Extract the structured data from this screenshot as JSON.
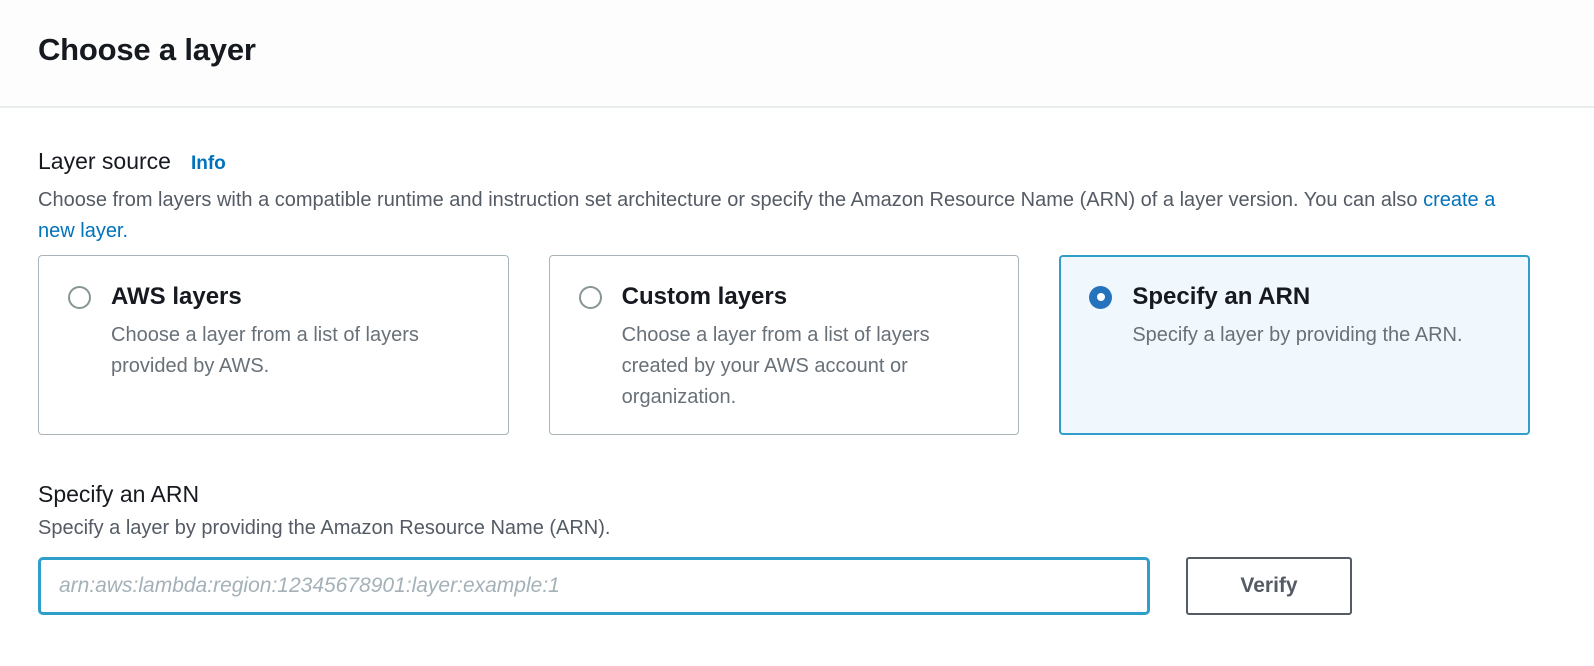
{
  "header": {
    "title": "Choose a layer"
  },
  "layer_source": {
    "label": "Layer source",
    "info_label": "Info",
    "description": "Choose from layers with a compatible runtime and instruction set architecture or specify the Amazon Resource Name (ARN) of a layer version. You can also",
    "create_link_label": "create a new layer."
  },
  "options": [
    {
      "title": "AWS layers",
      "description": "Choose a layer from a list of layers provided by AWS.",
      "selected": false
    },
    {
      "title": "Custom layers",
      "description": "Choose a layer from a list of layers created by your AWS account or organization.",
      "selected": false
    },
    {
      "title": "Specify an ARN",
      "description": "Specify a layer by providing the ARN.",
      "selected": true
    }
  ],
  "arn_section": {
    "label": "Specify an ARN",
    "description": "Specify a layer by providing the Amazon Resource Name (ARN).",
    "input_value": "",
    "input_placeholder": "arn:aws:lambda:region:12345678901:layer:example:1",
    "verify_label": "Verify"
  },
  "colors": {
    "accent": "#0073bb",
    "radio_blue": "#2573bd",
    "focus_border": "#2f9fc9",
    "selected_bg": "#f1f8fd",
    "card_border": "#a9b4ba",
    "button_border": "#545b64",
    "divider": "#eaeded",
    "placeholder": "#a4b1b8"
  }
}
